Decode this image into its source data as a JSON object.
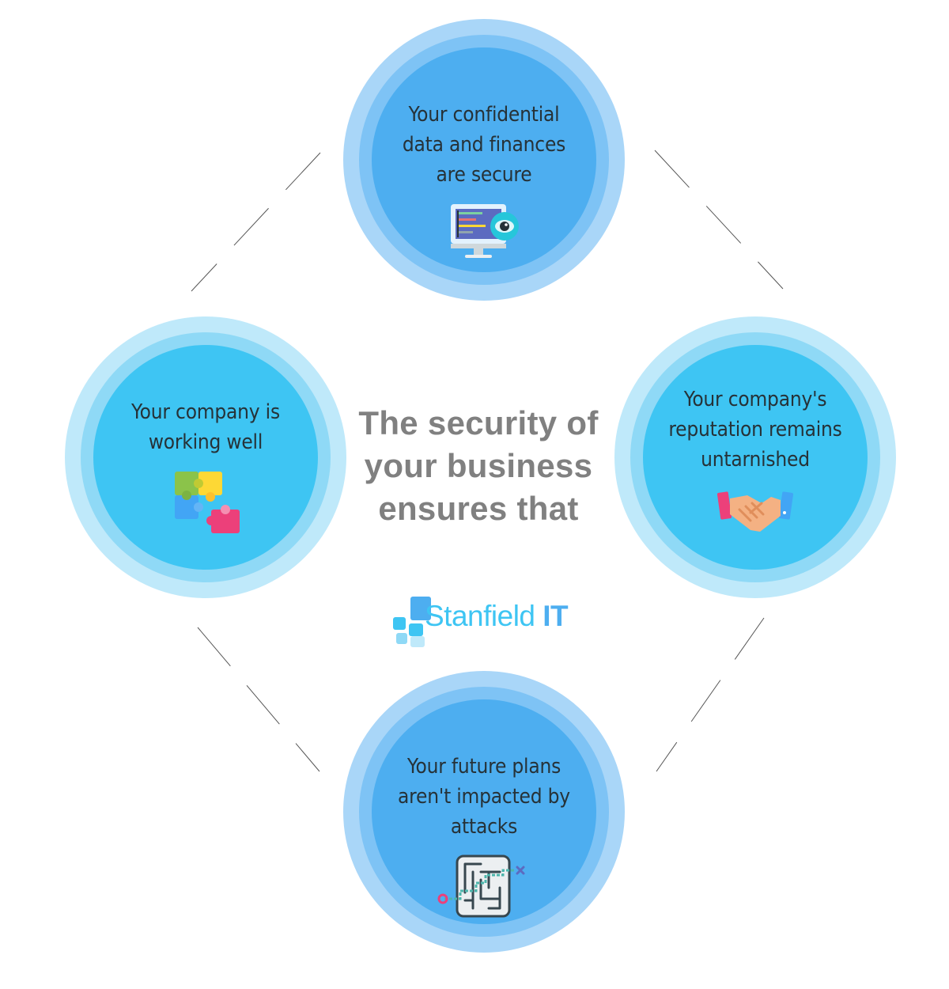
{
  "headline": "The security of your business ensures that",
  "nodes": {
    "top": {
      "text": "Your confidential data and finances are secure",
      "icon": "monitor-eye-icon"
    },
    "left": {
      "text": "Your company is working well",
      "icon": "puzzle-icon"
    },
    "right": {
      "text": "Your company's reputation remains untarnished",
      "icon": "handshake-icon"
    },
    "bottom": {
      "text": "Your future plans aren't impacted by attacks",
      "icon": "maze-icon"
    }
  },
  "logo": {
    "name": "Stanfield",
    "suffix": "IT"
  },
  "colors": {
    "blue_core": "#4daef0",
    "cyan_core": "#3ec5f3",
    "headline": "#808080",
    "connector": "#555555"
  }
}
